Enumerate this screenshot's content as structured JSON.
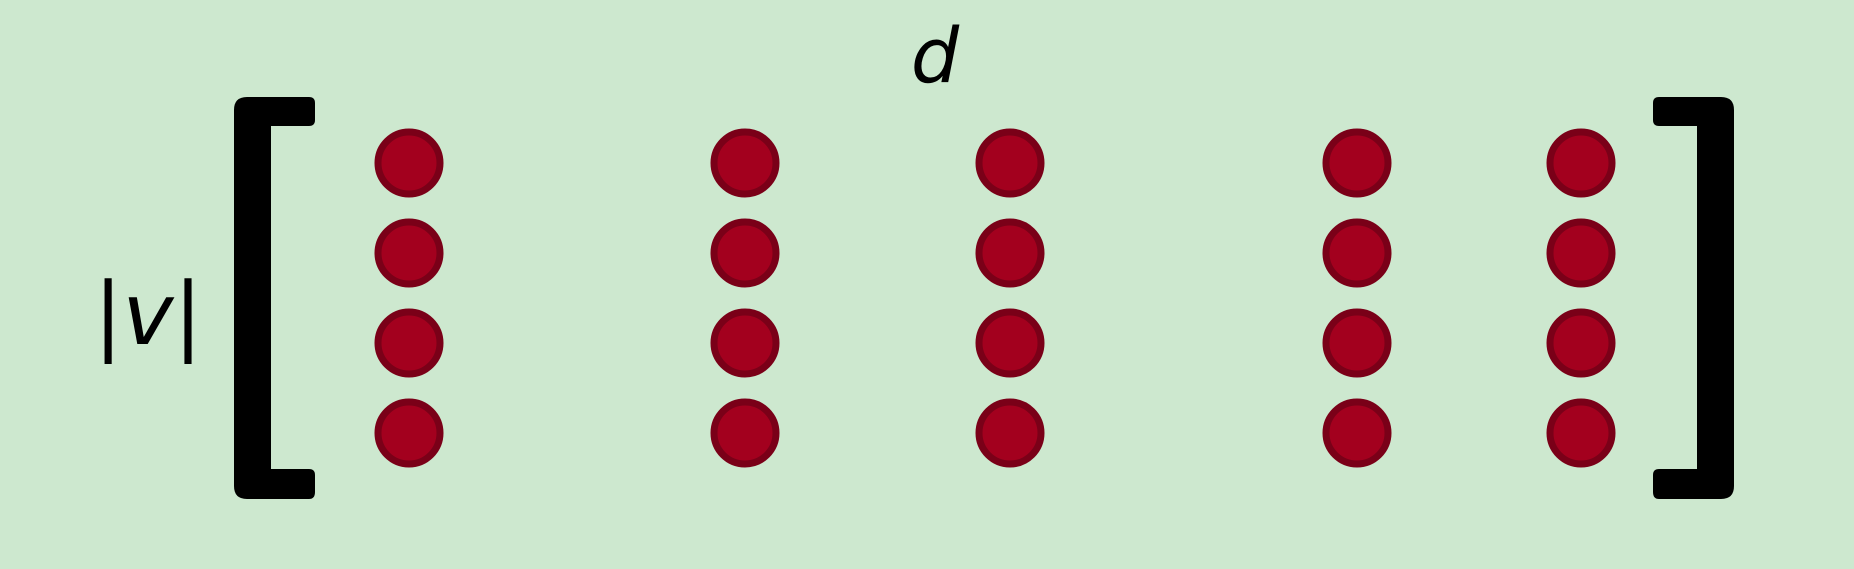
{
  "labels": {
    "column_dimension": "d",
    "row_dimension": "|v|"
  },
  "matrix": {
    "rows": 4,
    "columns": 5
  },
  "colors": {
    "background": "#cde8cf",
    "dot_fill": "#a3001e",
    "dot_stroke": "#7a0018",
    "bracket": "#000000"
  }
}
